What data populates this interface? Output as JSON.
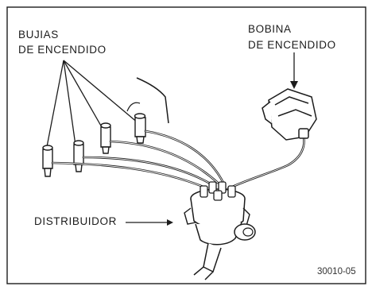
{
  "labels": {
    "spark_plugs_line1": "BUJIAS",
    "spark_plugs_line2": "DE ENCENDIDO",
    "coil_line1": "BOBINA",
    "coil_line2": "DE ENCENDIDO",
    "distributor": "DISTRIBUIDOR",
    "figure_code": "30010-05"
  },
  "colors": {
    "ink": "#1c1c1c",
    "paper": "#ffffff"
  }
}
